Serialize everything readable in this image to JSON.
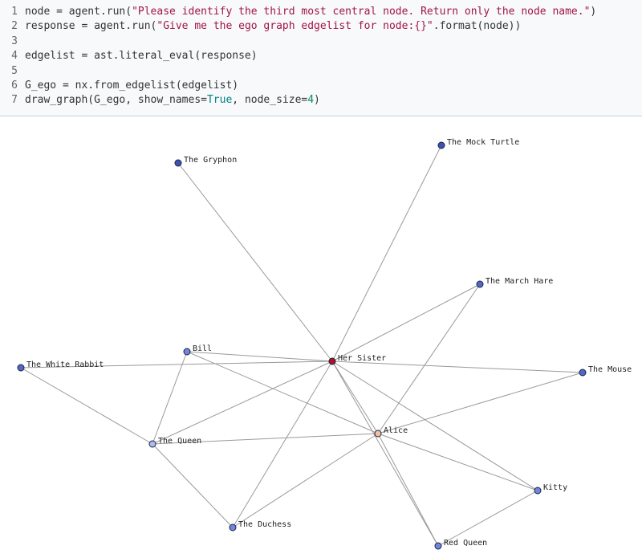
{
  "code": {
    "lines": [
      {
        "n": "1",
        "parts": [
          [
            "node = agent.run(",
            ""
          ],
          [
            "\"Please identify the third most central node. Return only the node name.\"",
            "str"
          ],
          [
            ")",
            ""
          ]
        ]
      },
      {
        "n": "2",
        "parts": [
          [
            "response = agent.run(",
            ""
          ],
          [
            "\"Give me the ego graph edgelist for node:{}\"",
            "str"
          ],
          [
            ".format(node))",
            ""
          ]
        ]
      },
      {
        "n": "3",
        "parts": []
      },
      {
        "n": "4",
        "parts": [
          [
            "edgelist = ast.literal_eval(response)",
            ""
          ]
        ]
      },
      {
        "n": "5",
        "parts": []
      },
      {
        "n": "6",
        "parts": [
          [
            "G_ego = nx.from_edgelist(edgelist)",
            ""
          ]
        ]
      },
      {
        "n": "7",
        "parts": [
          [
            "draw_graph(G_ego, show_names=",
            ""
          ],
          [
            "True",
            "kw"
          ],
          [
            ", node_size=",
            ""
          ],
          [
            "4",
            "num"
          ],
          [
            ")",
            ""
          ]
        ]
      }
    ]
  },
  "graph": {
    "nodes": [
      {
        "name": "The Mock Turtle",
        "color": "#3f51b5"
      },
      {
        "name": "The Gryphon",
        "color": "#3f51b5"
      },
      {
        "name": "The March Hare",
        "color": "#5068c8"
      },
      {
        "name": "Bill",
        "color": "#6f86dc"
      },
      {
        "name": "The White Rabbit",
        "color": "#5068c8"
      },
      {
        "name": "Her Sister",
        "color": "#b0102a"
      },
      {
        "name": "The Mouse",
        "color": "#5068c8"
      },
      {
        "name": "Alice",
        "color": "#f2c1a2"
      },
      {
        "name": "The Queen",
        "color": "#a9bcf0"
      },
      {
        "name": "Kitty",
        "color": "#6f86dc"
      },
      {
        "name": "The Duchess",
        "color": "#6f86dc"
      },
      {
        "name": "Red Queen",
        "color": "#6f86dc"
      }
    ],
    "edges": [
      [
        "The Gryphon",
        "Her Sister"
      ],
      [
        "The Mock Turtle",
        "Her Sister"
      ],
      [
        "The March Hare",
        "Her Sister"
      ],
      [
        "The March Hare",
        "Alice"
      ],
      [
        "Bill",
        "Her Sister"
      ],
      [
        "Bill",
        "Alice"
      ],
      [
        "Bill",
        "The Queen"
      ],
      [
        "The White Rabbit",
        "Her Sister"
      ],
      [
        "The White Rabbit",
        "The Queen"
      ],
      [
        "Her Sister",
        "The Mouse"
      ],
      [
        "Her Sister",
        "The Queen"
      ],
      [
        "Her Sister",
        "The Duchess"
      ],
      [
        "Her Sister",
        "Kitty"
      ],
      [
        "Her Sister",
        "Red Queen"
      ],
      [
        "Her Sister",
        "Alice"
      ],
      [
        "The Mouse",
        "Alice"
      ],
      [
        "The Queen",
        "Alice"
      ],
      [
        "The Duchess",
        "Alice"
      ],
      [
        "Alice",
        "Kitty"
      ],
      [
        "Alice",
        "Red Queen"
      ],
      [
        "Kitty",
        "Red Queen"
      ],
      [
        "The Queen",
        "The Duchess"
      ]
    ]
  }
}
